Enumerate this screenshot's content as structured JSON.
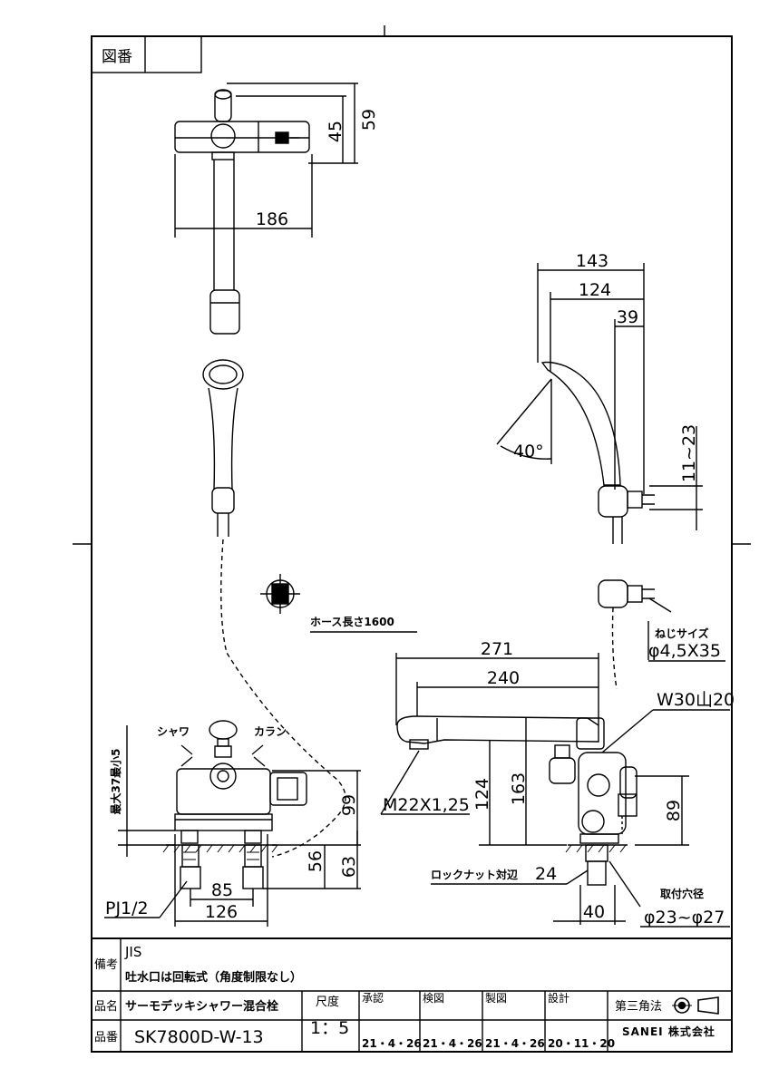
{
  "header": {
    "zuban_label": "図番",
    "zuban_value": ""
  },
  "top_view": {
    "dim_45": "45",
    "dim_59": "59",
    "dim_186": "186"
  },
  "hand_shower": {
    "dim_143": "143",
    "dim_124": "124",
    "dim_39": "39",
    "angle": "40°",
    "dim_11_23": "11~23"
  },
  "hose": {
    "label": "ホース長さ1600"
  },
  "screw": {
    "label": "ねじサイズ",
    "value": "φ4,5X35"
  },
  "spout": {
    "dim_271": "271",
    "dim_240": "240",
    "w30_label": "W30山20",
    "thread": "M22X1,25",
    "dim_124": "124",
    "dim_163": "163",
    "dim_89": "89",
    "locknut": "ロックナット対辺",
    "locknut_value": "24",
    "dim_40": "40",
    "mount_label": "取付穴径",
    "mount_value": "φ23~φ27"
  },
  "front_view": {
    "shower_label": "シャワ",
    "karan_label": "カラン",
    "max_min": "最大37最小5",
    "dim_99": "99",
    "dim_56": "56",
    "dim_63": "63",
    "dim_85": "85",
    "dim_126": "126",
    "pj": "PJ1/2"
  },
  "title_block": {
    "biko_label": "備考",
    "note1": "JIS",
    "note2": "吐水口は回転式（角度制限なし）",
    "hinmei_label": "品名",
    "hinmei_value": "サーモデッキシャワー混合栓",
    "hinban_label": "品番",
    "hinban_value": "SK7800D-W-13",
    "scale_label": "尺度",
    "scale_value": "1：5",
    "shonin_label": "承認",
    "shonin_date": "21・4・26",
    "kenzu_label": "検図",
    "kenzu_date": "21・4・26",
    "seizu_label": "製図",
    "seizu_date": "21・4・26",
    "sekkei_label": "設計",
    "sekkei_date": "20・11・20",
    "projection_label": "第三角法",
    "company": "SANEI 株式会社"
  }
}
